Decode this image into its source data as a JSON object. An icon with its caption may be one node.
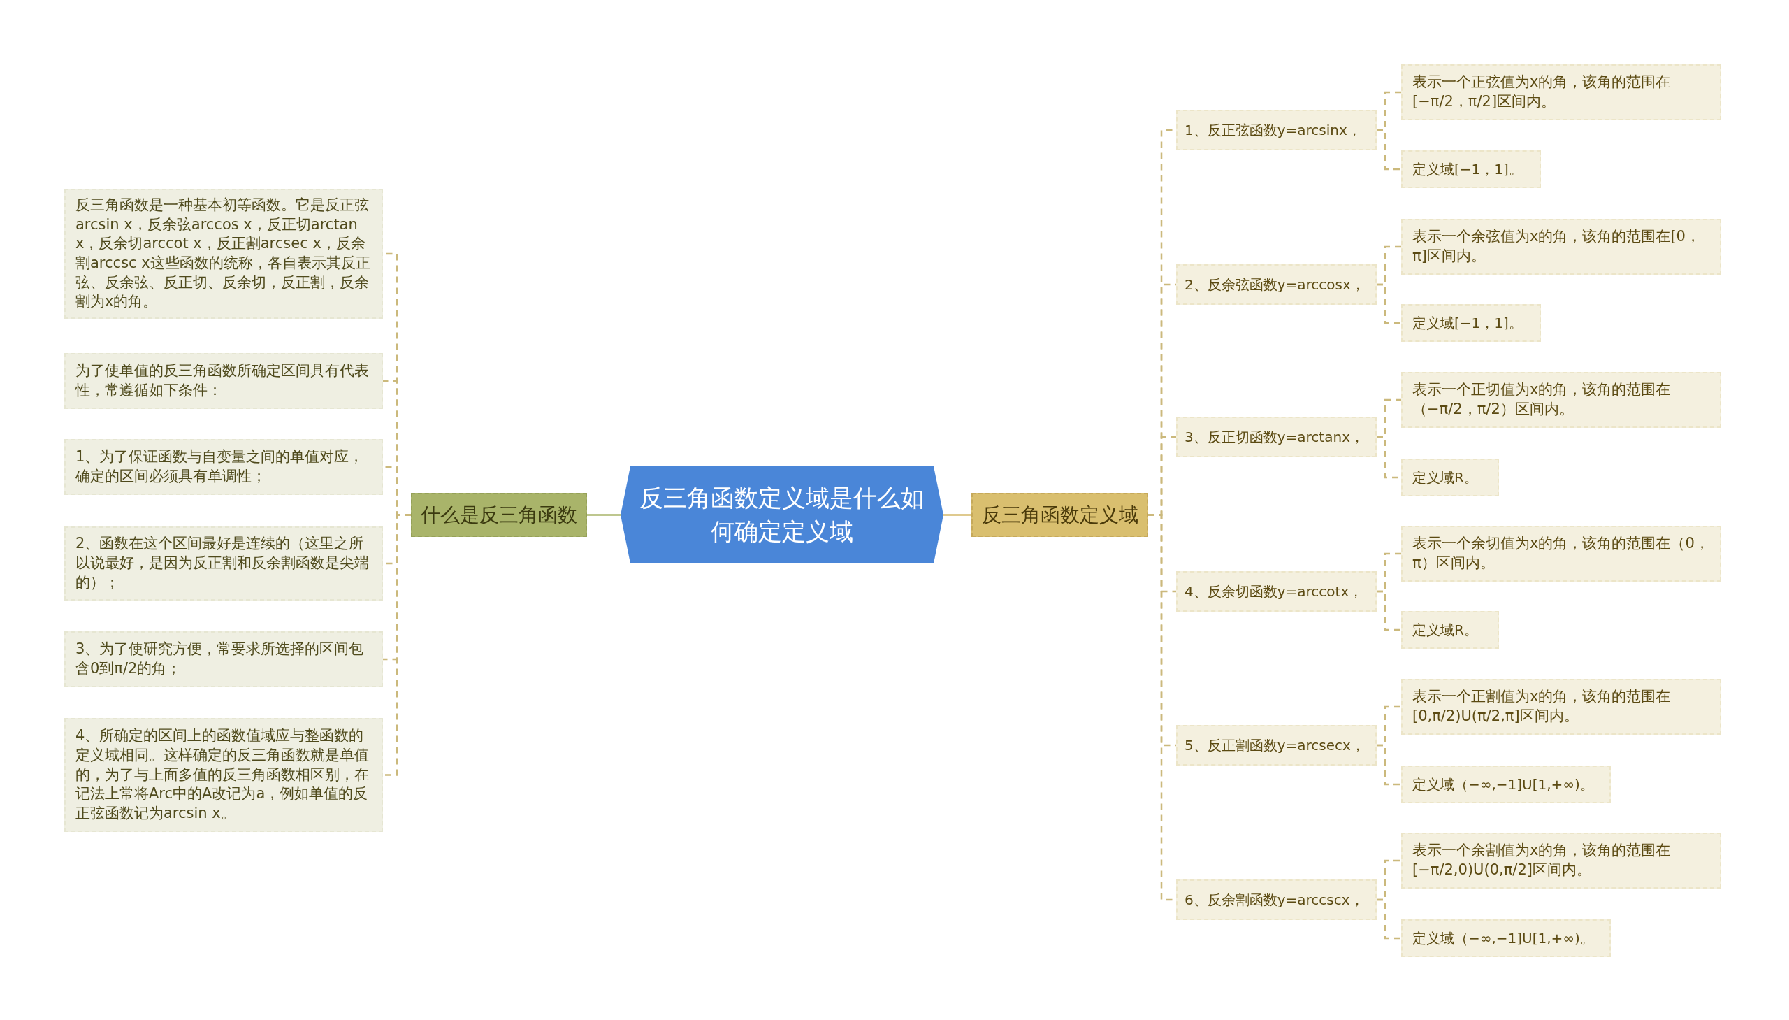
{
  "diagram": {
    "nodes": [
      {
        "text": [
          "反三角函数定义域是什么如何确定定义域"
        ]
      },
      {
        "text": [
          "什么是反三角函数"
        ]
      },
      {
        "text": [
          "反三角函数是一种基本初等函数。它是反正弦arcsin x，反余弦arccos x，反正切arctan x，反余切arccot x，反正割arcsec x，反余割arccsc x这些函数的统称，各自表示其反正弦、反余弦、反正切、反余切，反正割，反余割为x的角。"
        ]
      },
      {
        "text": [
          "为了使单值的反三角函数所确定区间具有代表性，常遵循如下条件："
        ]
      },
      {
        "text": [
          "1、为了保证函数与自变量之间的单值对应，确定的区间必须具有单调性；"
        ]
      },
      {
        "text": [
          "2、函数在这个区间最好是连续的（这里之所以说最好，是因为反正割和反余割函数是尖端的）；"
        ]
      },
      {
        "text": [
          "3、为了使研究方便，常要求所选择的区间包含0到π/2的角；"
        ]
      },
      {
        "text": [
          "4、所确定的区间上的函数值域应与整函数的定义域相同。这样确定的反三角函数就是单值的，为了与上面多值的反三角函数相区别，在记法上常将Arc中的A改记为a，例如单值的反正弦函数记为arcsin x。"
        ]
      },
      {
        "text": [
          "反三角函数定义域"
        ]
      },
      {
        "text": [
          "1、反正弦函数y=arcsinx，"
        ]
      },
      {
        "text": [
          "表示一个正弦值为x的角，该角的范围在[−π/2，π/2]区间内。"
        ]
      },
      {
        "text": [
          "定义域[−1，1]。"
        ]
      },
      {
        "text": [
          "2、反余弦函数y=arccosx，"
        ]
      },
      {
        "text": [
          "表示一个余弦值为x的角，该角的范围在[0，π]区间内。"
        ]
      },
      {
        "text": [
          "定义域[−1，1]。"
        ]
      },
      {
        "text": [
          "3、反正切函数y=arctanx，"
        ]
      },
      {
        "text": [
          "表示一个正切值为x的角，该角的范围在（−π/2，π/2）区间内。"
        ]
      },
      {
        "text": [
          "定义域R。"
        ]
      },
      {
        "text": [
          "4、反余切函数y=arccotx，"
        ]
      },
      {
        "text": [
          "表示一个余切值为x的角，该角的范围在（0，π）区间内。"
        ]
      },
      {
        "text": [
          "定义域R。"
        ]
      },
      {
        "text": [
          "5、反正割函数y=arcsecx，"
        ]
      },
      {
        "text": [
          "表示一个正割值为x的角，该角的范围在[0,π/2)U(π/2,π]区间内。"
        ]
      },
      {
        "text": [
          "定义域（−∞,−1]U[1,+∞)。"
        ]
      },
      {
        "text": [
          "6、反余割函数y=arccscx，"
        ]
      },
      {
        "text": [
          "表示一个余割值为x的角，该角的范围在[−π/2,0)U(0,π/2]区间内。"
        ]
      },
      {
        "text": [
          "定义域（−∞,−1]U[1,+∞)。"
        ]
      }
    ],
    "edges": [
      {
        "from": 0,
        "to": 1,
        "arrow": "none",
        "color": "#a9b46a"
      },
      {
        "from": 1,
        "to": 2,
        "arrow": "none",
        "style": "dashed"
      },
      {
        "from": 1,
        "to": 3,
        "arrow": "none",
        "style": "dashed"
      },
      {
        "from": 1,
        "to": 4,
        "arrow": "none",
        "style": "dashed"
      },
      {
        "from": 1,
        "to": 5,
        "arrow": "none",
        "style": "dashed"
      },
      {
        "from": 1,
        "to": 6,
        "arrow": "none",
        "style": "dashed"
      },
      {
        "from": 1,
        "to": 7,
        "arrow": "none",
        "style": "dashed"
      },
      {
        "from": 0,
        "to": 8,
        "arrow": "none",
        "color": "#d4b86a"
      },
      {
        "from": 8,
        "to": 9,
        "arrow": "none",
        "style": "dashed"
      },
      {
        "from": 9,
        "to": 10,
        "arrow": "none",
        "style": "dashed"
      },
      {
        "from": 9,
        "to": 11,
        "arrow": "none",
        "style": "dashed"
      },
      {
        "from": 8,
        "to": 12,
        "arrow": "none",
        "style": "dashed"
      },
      {
        "from": 12,
        "to": 13,
        "arrow": "none",
        "style": "dashed"
      },
      {
        "from": 12,
        "to": 14,
        "arrow": "none",
        "style": "dashed"
      },
      {
        "from": 8,
        "to": 15,
        "arrow": "none",
        "style": "dashed"
      },
      {
        "from": 15,
        "to": 16,
        "arrow": "none",
        "style": "dashed"
      },
      {
        "from": 15,
        "to": 17,
        "arrow": "none",
        "style": "dashed"
      },
      {
        "from": 8,
        "to": 18,
        "arrow": "none",
        "style": "dashed"
      },
      {
        "from": 18,
        "to": 19,
        "arrow": "none",
        "style": "dashed"
      },
      {
        "from": 18,
        "to": 20,
        "arrow": "none",
        "style": "dashed"
      },
      {
        "from": 8,
        "to": 21,
        "arrow": "none",
        "style": "dashed"
      },
      {
        "from": 21,
        "to": 22,
        "arrow": "none",
        "style": "dashed"
      },
      {
        "from": 21,
        "to": 23,
        "arrow": "none",
        "style": "dashed"
      },
      {
        "from": 8,
        "to": 24,
        "arrow": "none",
        "style": "dashed"
      },
      {
        "from": 24,
        "to": 25,
        "arrow": "none",
        "style": "dashed"
      },
      {
        "from": 24,
        "to": 26,
        "arrow": "none",
        "style": "dashed"
      }
    ]
  }
}
